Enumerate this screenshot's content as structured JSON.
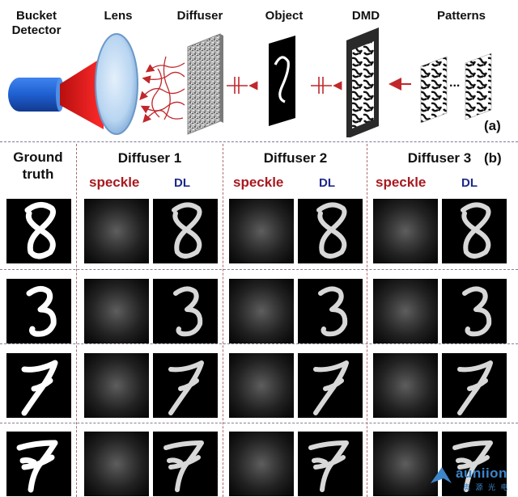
{
  "panel_a": {
    "bucket_detector": "Bucket\nDetector",
    "lens": "Lens",
    "diffuser": "Diffuser",
    "object": "Object",
    "dmd": "DMD",
    "patterns": "Patterns",
    "patterns_ellipsis": "...",
    "tag": "(a)"
  },
  "panel_b": {
    "tag": "(b)",
    "ground_truth": "Ground\ntruth",
    "diffusers": [
      "Diffuser 1",
      "Diffuser 2",
      "Diffuser 3"
    ],
    "speckle_label": "speckle",
    "dl_label": "DL"
  },
  "watermark": {
    "name": "auniion",
    "sub": "奥 源 光 电"
  },
  "colors": {
    "detector": "#1f5fd0",
    "beam": "#e21d1d",
    "lens": "#bcd8f3",
    "arrow": "#c0282c",
    "speckle_label": "#a8191e",
    "dl_label": "#1d2a8a"
  }
}
